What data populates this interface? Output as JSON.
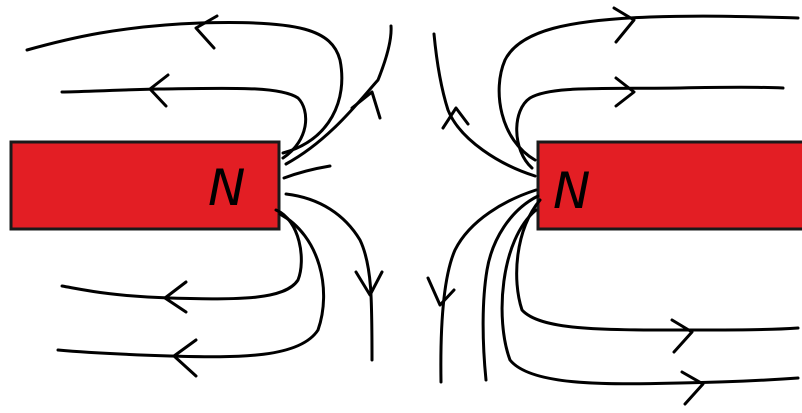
{
  "colors": {
    "magnet": "#e31e24",
    "outline": "#1a1a1a",
    "field_line": "#000000",
    "background": "#ffffff"
  },
  "magnets": [
    {
      "id": "left-magnet",
      "pole_label": "N",
      "pole_side": "right"
    },
    {
      "id": "right-magnet",
      "pole_label": "N",
      "pole_side": "left"
    }
  ],
  "field": {
    "description_icon": "magnetic-field-lines",
    "line_count_left": 7,
    "line_count_right": 7
  }
}
